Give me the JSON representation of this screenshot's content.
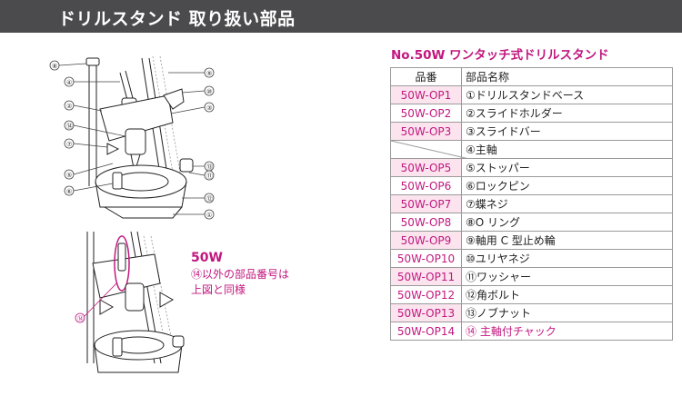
{
  "header": {
    "title": "ドリルスタンド 取り扱い部品"
  },
  "colors": {
    "header_bg": "#4b4b4d",
    "accent": "#c2177f",
    "row_tint": "#fbe4ee"
  },
  "diagram": {
    "callouts": [
      "⑧",
      "④",
      "②",
      "⑭",
      "⑦",
      "⑤",
      "⑥",
      "⑨",
      "⑩",
      "③",
      "⑬",
      "⑪",
      "⑫",
      "①",
      "⑭"
    ]
  },
  "note": {
    "model": "50W",
    "line1": "⑭以外の部品番号は",
    "line2": "上図と同様"
  },
  "table": {
    "title": "No.50W ワンタッチ式ドリルスタンド",
    "headers": {
      "code": "品番",
      "name": "部品名称"
    },
    "rows": [
      {
        "code": "50W-OP1",
        "name": "①ドリルスタンドベース"
      },
      {
        "code": "50W-OP2",
        "name": "②スライドホルダー"
      },
      {
        "code": "50W-OP3",
        "name": "③スライドバー"
      },
      {
        "code": "",
        "name": "④主軸"
      },
      {
        "code": "50W-OP5",
        "name": "⑤ストッパー"
      },
      {
        "code": "50W-OP6",
        "name": "⑥ロックピン"
      },
      {
        "code": "50W-OP7",
        "name": "⑦蝶ネジ"
      },
      {
        "code": "50W-OP8",
        "name": "⑧O リング"
      },
      {
        "code": "50W-OP9",
        "name": "⑨軸用 C 型止め輪"
      },
      {
        "code": "50W-OP10",
        "name": "⑩ユリヤネジ"
      },
      {
        "code": "50W-OP11",
        "name": "⑪ワッシャー"
      },
      {
        "code": "50W-OP12",
        "name": "⑫角ボルト"
      },
      {
        "code": "50W-OP13",
        "name": "⑬ノブナット"
      },
      {
        "code": "50W-OP14",
        "name": "⑭ 主軸付チャック"
      }
    ]
  }
}
